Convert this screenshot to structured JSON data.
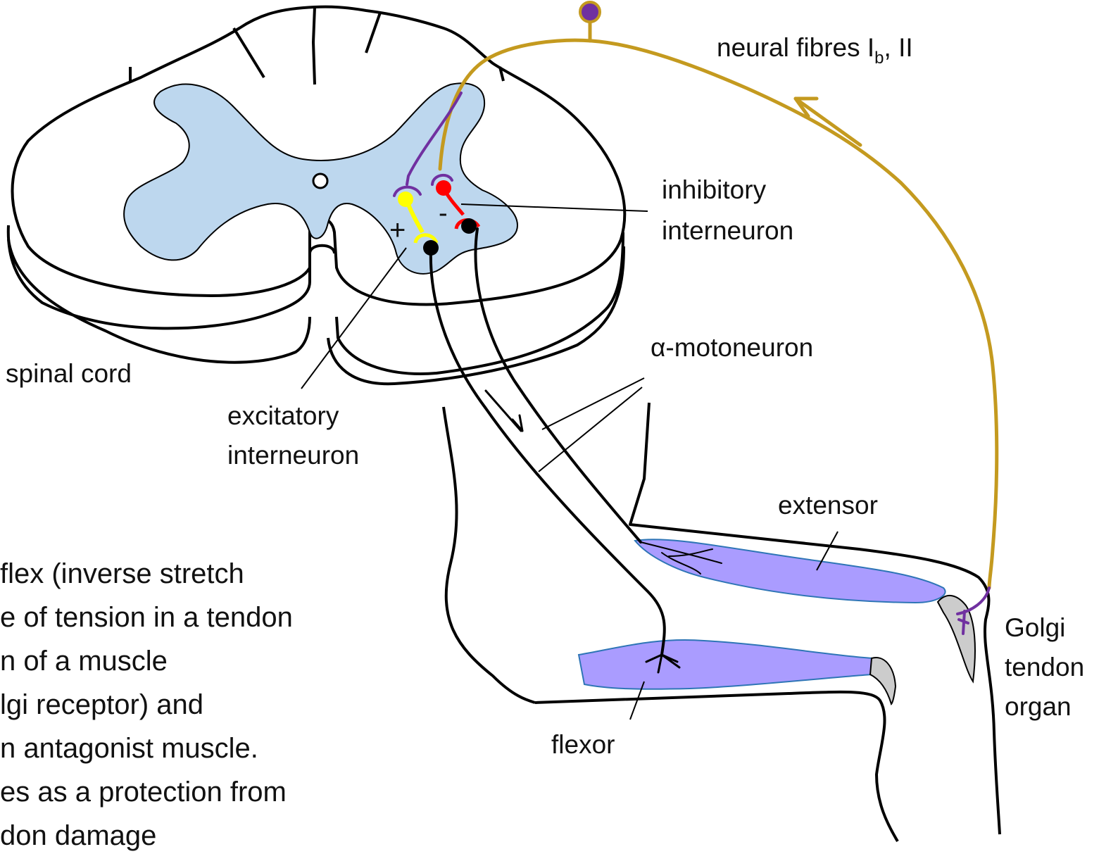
{
  "labels": {
    "neural_fibres_prefix": "neural fibres I",
    "neural_fibres_sub": "b",
    "neural_fibres_suffix": ", II",
    "inhibitory_line1": "inhibitory",
    "inhibitory_line2": "interneuron",
    "motoneuron": "α-motoneuron",
    "spinal_cord": "spinal cord",
    "excitatory_line1": "excitatory",
    "excitatory_line2": "interneuron",
    "extensor": "extensor",
    "flexor": "flexor",
    "golgi_line1": "Golgi",
    "golgi_line2": "tendon",
    "golgi_line3": "organ",
    "plus_sign": "+",
    "minus_sign": "-"
  },
  "description_lines": [
    "flex (inverse stretch",
    "e of tension in a tendon",
    "n of a muscle",
    "lgi receptor) and",
    "n antagonist muscle.",
    "es as a protection from",
    "don damage"
  ],
  "colors": {
    "grey_matter": "#bdd7ee",
    "muscle": "#aa9cff",
    "muscle_outline": "#2e75b6",
    "sensory_fibre": "#c49a1f",
    "fibre_purple": "#7030a0",
    "excitatory": "#ffff00",
    "inhibitory": "#ff0000",
    "tendon": "#cccccc"
  }
}
